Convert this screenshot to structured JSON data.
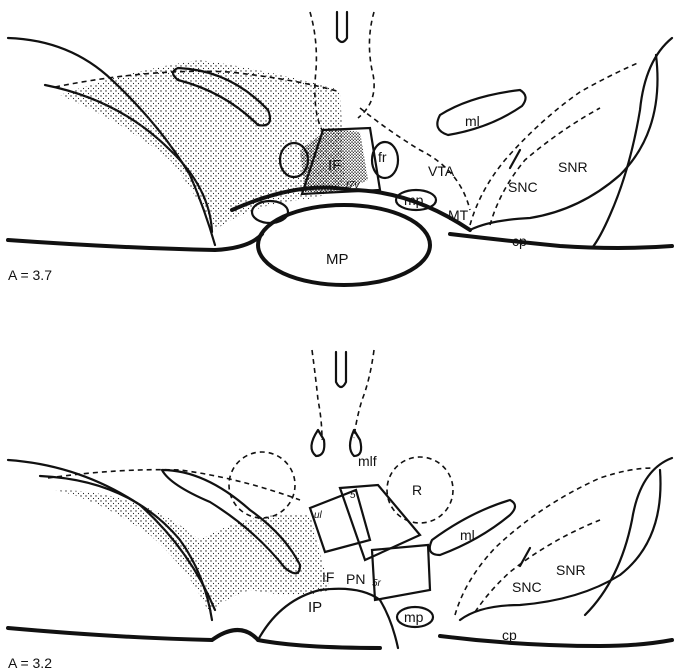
{
  "sections": [
    {
      "id": "upper",
      "level_label": "A = 3.7",
      "regions": {
        "ml": "ml",
        "fr": "fr",
        "if": "IF",
        "vta": "VTA",
        "snc": "SNC",
        "snr": "SNR",
        "mp": "mp",
        "mt": "MT",
        "cp": "cp",
        "mp_big": "MP",
        "t7v": "t7v"
      }
    },
    {
      "id": "lower",
      "level_label": "A = 3.2",
      "regions": {
        "mlf": "mlf",
        "r": "R",
        "ml": "ml",
        "snc": "SNC",
        "snr": "SNR",
        "if": "IF",
        "pn": "PN",
        "ip": "IP",
        "mp": "mp",
        "cp": "cp",
        "ul": "ul",
        "mid": "5",
        "low": "5r"
      }
    }
  ],
  "colors": {
    "ink": "#111111",
    "background": "#ffffff"
  }
}
